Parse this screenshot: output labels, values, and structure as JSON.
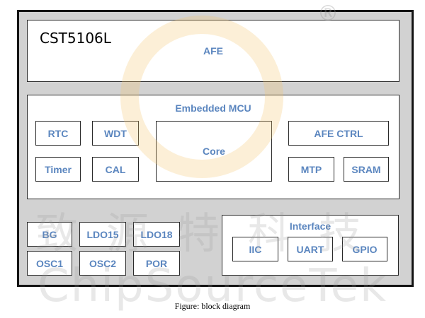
{
  "part_number": "CST5106L",
  "afe": {
    "label": "AFE"
  },
  "mcu": {
    "title": "Embedded MCU",
    "blocks": {
      "rtc": "RTC",
      "wdt": "WDT",
      "timer": "Timer",
      "cal": "CAL",
      "core": "Core",
      "afe_ctrl": "AFE CTRL",
      "mtp": "MTP",
      "sram": "SRAM"
    }
  },
  "analog": {
    "bg": "BG",
    "ldo15": "LDO15",
    "ldo18": "LDO18",
    "osc1": "OSC1",
    "osc2": "OSC2",
    "por": "POR"
  },
  "interface": {
    "title": "Interface",
    "iic": "IIC",
    "uart": "UART",
    "gpio": "GPIO"
  },
  "watermark": {
    "registered": "®",
    "cjk": "致源特科技",
    "latin": "ChipSourceTek"
  },
  "caption": "Figure: block diagram",
  "colors": {
    "block_text": "#5b86bf",
    "border": "#141414",
    "fill": "#d2d2d2"
  }
}
